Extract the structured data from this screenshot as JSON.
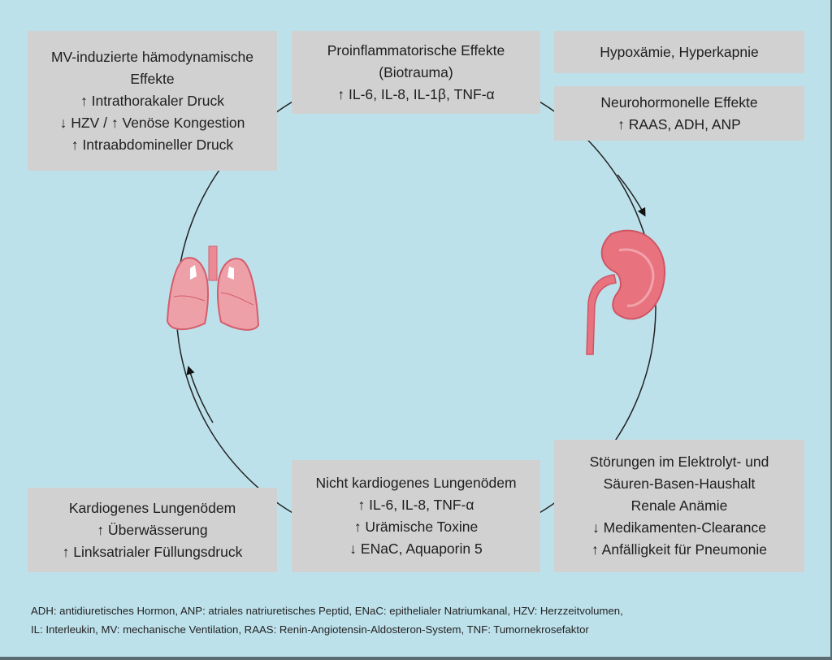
{
  "boxes": {
    "mv": {
      "lines": [
        "MV-induzierte hämodynamische",
        "Effekte",
        "↑ Intrathorakaler Druck",
        "↓ HZV / ↑ Venöse Kongestion",
        "↑ Intraabdomineller Druck"
      ]
    },
    "proinflammatory": {
      "lines": [
        "Proinflammatorische Effekte",
        "(Biotrauma)",
        "↑ IL-6, IL-8, IL-1β, TNF-α"
      ]
    },
    "hypoxemia": {
      "lines": [
        "Hypoxämie, Hyperkapnie"
      ]
    },
    "neurohormonal": {
      "lines": [
        "Neurohormonelle Effekte",
        "↑ RAAS, ADH, ANP"
      ]
    },
    "cardiogenic": {
      "lines": [
        "Kardiogenes Lungenödem",
        "↑ Überwässerung",
        "↑ Linksatrialer Füllungsdruck"
      ]
    },
    "noncardiogenic": {
      "lines": [
        "Nicht kardiogenes Lungenödem",
        "↑ IL-6, IL-8, TNF-α",
        "↑ Urämische Toxine",
        "↓ ENaC, Aquaporin 5"
      ]
    },
    "disturbances": {
      "lines": [
        "Störungen im Elektrolyt- und",
        "Säuren-Basen-Haushalt",
        "Renale Anämie",
        "↓ Medikamenten-Clearance",
        "↑ Anfälligkeit für Pneumonie"
      ]
    }
  },
  "footnote": [
    "ADH: antidiuretisches Hormon, ANP: atriales natriuretisches Peptid, ENaC: epithelialer Natriumkanal, HZV: Herzzeitvolumen,",
    "IL: Interleukin, MV: mechanische Ventilation, RAAS: Renin-Angiotensin-Aldosteron-System, TNF: Tumornekrosefaktor"
  ],
  "icons": {
    "lung": "lung-icon",
    "kidney": "kidney-icon"
  },
  "colors": {
    "background": "#bde1eb",
    "box": "#d1d1d1",
    "organ": "#e8737f"
  }
}
